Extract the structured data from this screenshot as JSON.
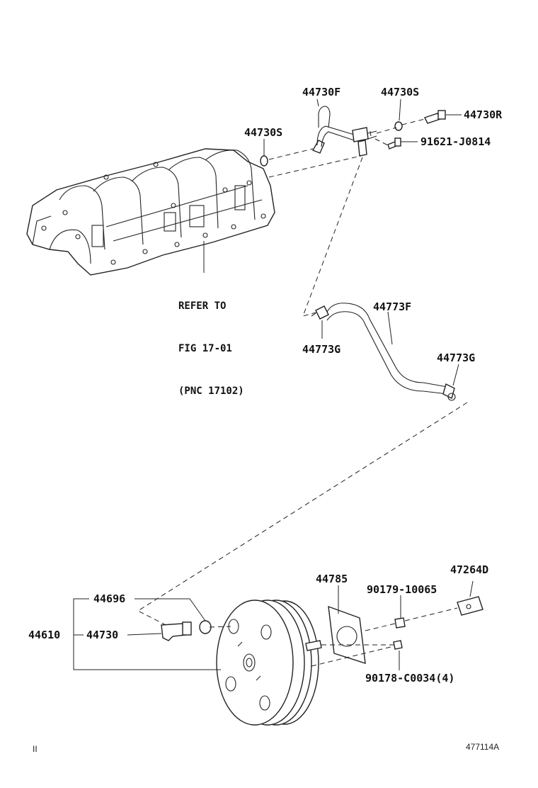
{
  "parts": {
    "p44730F": "44730F",
    "p44730S_top": "44730S",
    "p44730R": "44730R",
    "p44730S_left": "44730S",
    "p91621": "91621-J0814",
    "p44773F": "44773F",
    "p44773G_left": "44773G",
    "p44773G_right": "44773G",
    "p44785": "44785",
    "p47264D": "47264D",
    "p44696": "44696",
    "p90179": "90179-10065",
    "p44610": "44610",
    "p44730": "44730",
    "p90178": "90178-C0034(4)"
  },
  "refer_note": {
    "line1": "REFER TO",
    "line2": "FIG 17-01",
    "line3": "(PNC 17102)"
  },
  "footer": {
    "left_mark": "II",
    "drawing_id": "477114A"
  },
  "icons": {
    "intake_manifold": "intake-manifold-icon",
    "brake_booster": "brake-booster-icon",
    "vacuum_hose": "vacuum-hose-icon"
  }
}
